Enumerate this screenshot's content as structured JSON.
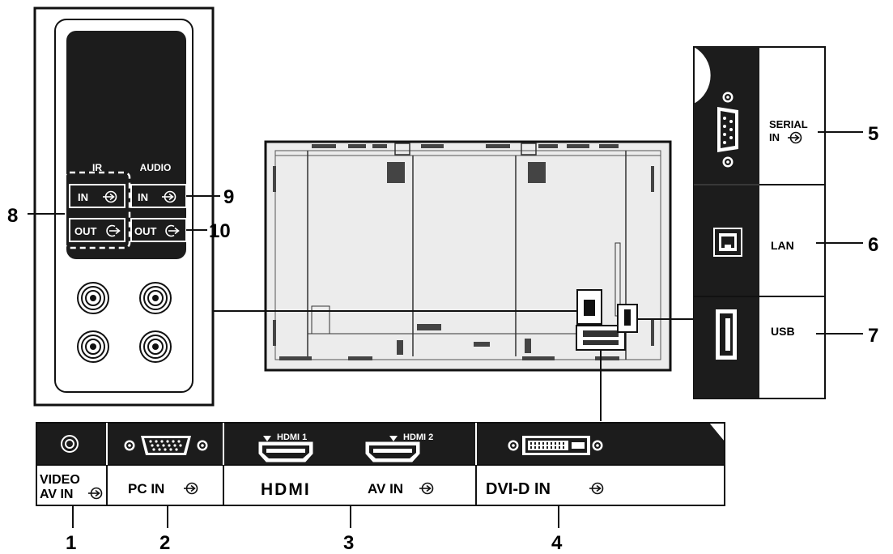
{
  "callouts": {
    "c1": "1",
    "c2": "2",
    "c3": "3",
    "c4": "4",
    "c5": "5",
    "c6": "6",
    "c7": "7",
    "c8": "8",
    "c9": "9",
    "c10": "10"
  },
  "left_panel": {
    "ir_label": "IR",
    "audio_label": "AUDIO",
    "ir_in": "IN",
    "ir_out": "OUT",
    "audio_in": "IN",
    "audio_out": "OUT"
  },
  "right_panel": {
    "serial_line1": "SERIAL",
    "serial_line2": "IN",
    "lan": "LAN",
    "usb": "USB"
  },
  "bottom_panel": {
    "video_line1": "VIDEO",
    "video_line2": "AV IN",
    "pc_in": "PC IN",
    "hdmi_logo": "HDMI",
    "av_in": "AV IN",
    "hdmi1": "HDMI 1",
    "hdmi2": "HDMI 2",
    "dvi_in": "DVI-D IN"
  },
  "colors": {
    "panel_dark": "#1c1c1c",
    "line": "#111111",
    "rear_body": "#e9e9e9"
  },
  "icons": [
    "input-arrow-icon",
    "output-arrow-icon",
    "rca-jack-icon",
    "d-sub-port-icon",
    "hdmi-port-icon",
    "dvi-port-icon",
    "rj45-port-icon",
    "usb-port-icon"
  ]
}
